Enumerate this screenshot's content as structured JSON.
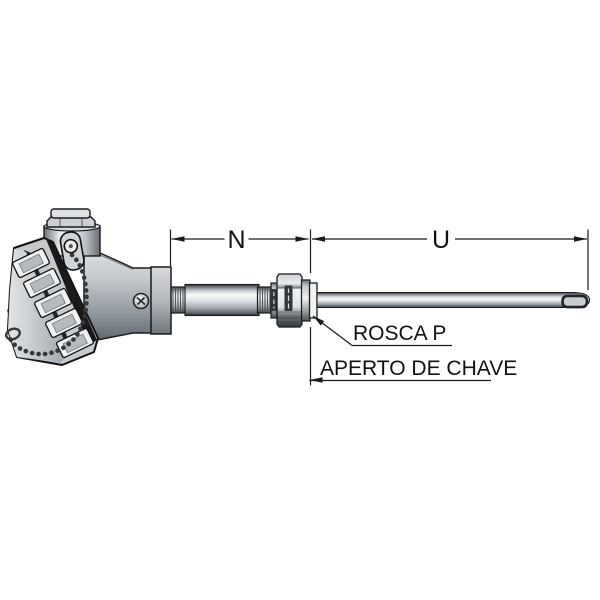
{
  "labels": {
    "dimension_n": "N",
    "dimension_u": "U",
    "thread_callout": "ROSCA P",
    "wrench_callout": "APERTO DE CHAVE"
  },
  "colors": {
    "background": "#ffffff",
    "line": "#1a1a1a",
    "metal_light": "#f2f4f5",
    "metal_mid": "#c6cacd",
    "metal_dark": "#4a4f54",
    "gasket": "#1a1a1a"
  }
}
